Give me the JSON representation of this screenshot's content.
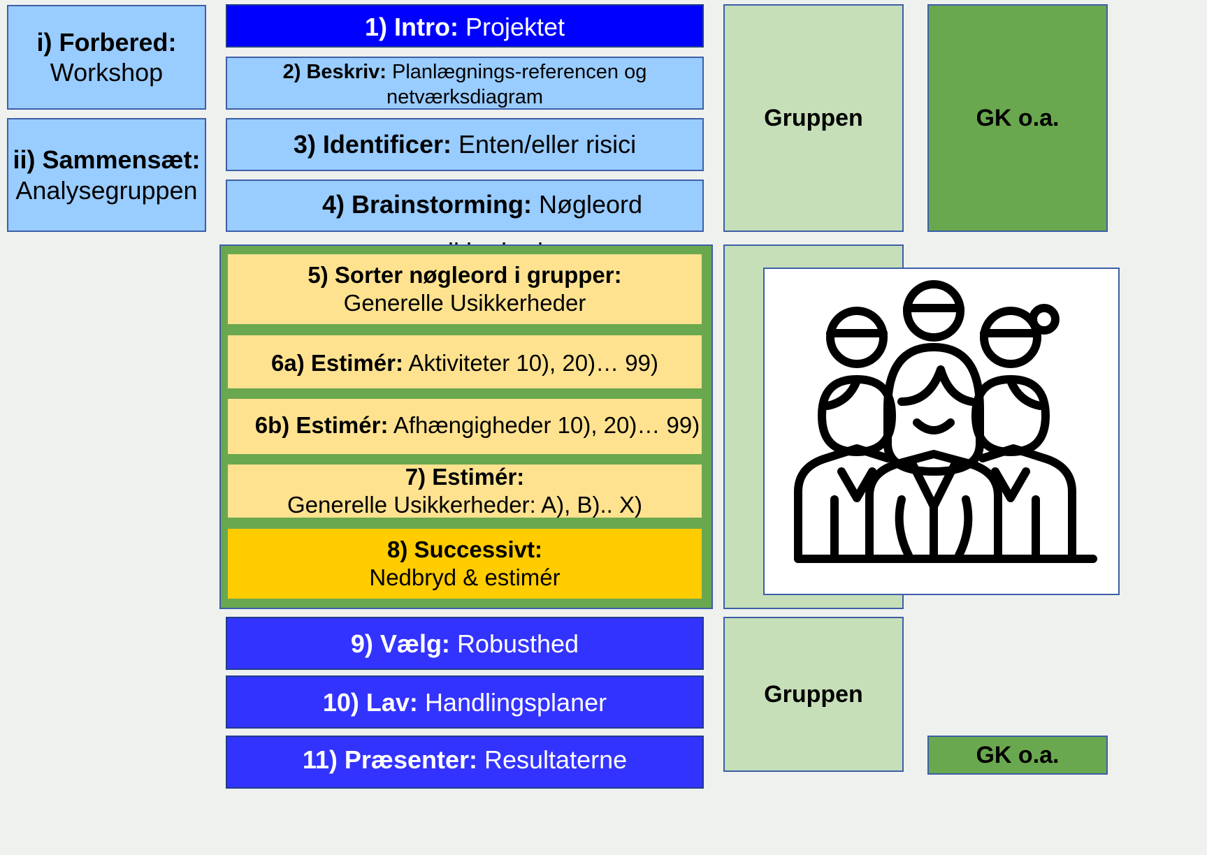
{
  "prep": {
    "forbered": {
      "label": "i) Forbered:",
      "text": "Workshop"
    },
    "sammensaet": {
      "label": "ii) Sammensæt:",
      "text": "Analysegruppen"
    }
  },
  "steps": [
    {
      "label": "1) Intro:",
      "text": "Projektet"
    },
    {
      "label": "2) Beskriv:",
      "text": "Planlægnings-referencen og netværksdiagram"
    },
    {
      "label": "3) Identificer:",
      "text": "Enten/eller risici"
    },
    {
      "label": "4) Brainstorming:",
      "text": "Nøgleord usikkerhed"
    },
    {
      "label": "5) Sorter nøgleord i grupper:",
      "text": "Generelle Usikkerheder"
    },
    {
      "label": "6a) Estimér:",
      "text": "Aktiviteter 10), 20)… 99)"
    },
    {
      "label": "6b) Estimér:",
      "text": "Afhængigheder 10), 20)… 99)"
    },
    {
      "label": "7) Estimér:",
      "text": "Generelle Usikkerheder: A), B).. X)"
    },
    {
      "label": "8) Successivt:",
      "text": "Nedbryd & estimér"
    },
    {
      "label": "9) Vælg:",
      "text": "Robusthed"
    },
    {
      "label": "10) Lav:",
      "text": "Handlingsplaner"
    },
    {
      "label": "11) Præsenter:",
      "text": "Resultaterne"
    }
  ],
  "roles": {
    "gruppen_top": "Gruppen",
    "gk_top": "GK o.a.",
    "gruppen_bottom": "Gruppen",
    "gk_bottom": "GK o.a."
  },
  "colors": {
    "background": "#eff1ee",
    "light_blue": "#99ccff",
    "dark_blue": "#0000ff",
    "mid_blue": "#3333ff",
    "light_yellow": "#ffe28f",
    "dark_yellow": "#ffcc00",
    "light_green": "#c6dfb8",
    "dark_green": "#6aa84f"
  },
  "icons": [
    "people-group-icon"
  ]
}
